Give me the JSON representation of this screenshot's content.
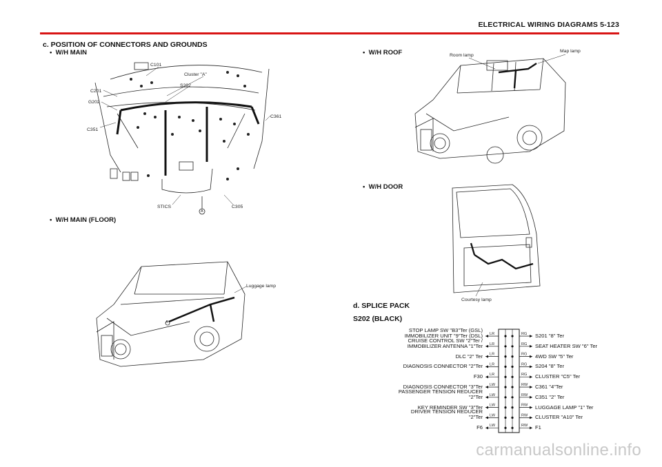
{
  "header": {
    "title": "ELECTRICAL WIRING DIAGRAMS  5-123"
  },
  "section_c": {
    "title": "c. POSITION OF CONNECTORS AND GROUNDS",
    "main": {
      "title": "W/H MAIN",
      "labels": {
        "c101": "C101",
        "cluster": "Cluster \"A\"",
        "s202": "S202",
        "c201": "C201",
        "g202": "G202",
        "c351": "C351",
        "c361": "C361",
        "stics": "STICS",
        "c305": "C305",
        "ground": "A"
      }
    },
    "floor": {
      "title": "W/H MAIN (FLOOR)",
      "labels": {
        "luggage": "Luggage lamp",
        "ground": "A"
      }
    },
    "roof": {
      "title": "W/H ROOF",
      "labels": {
        "room": "Room lamp",
        "map": "Map lamp"
      }
    },
    "door": {
      "title": "W/H DOOR",
      "labels": {
        "courtesy": "Courtesy lamp"
      }
    }
  },
  "section_d": {
    "title": "d. SPLICE PACK",
    "subtitle": "S202 (BLACK)",
    "left": [
      {
        "text": "STOP LAMP SW \"B3\"Ter (GSL)\nIMMOBILIZER UNIT \"9\"Ter (DSL)",
        "color": "LR"
      },
      {
        "text": "CRUISE CONTROL SW \"2\"Ter /\nIMMOBILIZER ANTENNA \"1\"Ter",
        "color": "LR"
      },
      {
        "text": "DLC \"2\" Ter",
        "color": "LR"
      },
      {
        "text": "DIAGNOSIS CONNECTOR \"2\"Ter",
        "color": "LR"
      },
      {
        "text": "F30",
        "color": "LR"
      },
      {
        "text": "DIAGNOSIS CONNECTOR \"3\"Ter",
        "color": "LW"
      },
      {
        "text": "PASSENGER TENSION REDUCER\n\"2\"Ter",
        "color": "LW"
      },
      {
        "text": "KEY REMINDER SW \"3\"Ter",
        "color": "LW"
      },
      {
        "text": "DRIVER TENSION REDUCER\n\"2\"Ter",
        "color": "LW"
      },
      {
        "text": "F6",
        "color": "LW"
      }
    ],
    "right": [
      {
        "text": "S201 \"8\" Ter",
        "color": "RG"
      },
      {
        "text": "SEAT HEATER SW \"6\" Ter",
        "color": "RG"
      },
      {
        "text": "4WD SW \"5\" Ter",
        "color": "RG"
      },
      {
        "text": "S204 \"8\" Ter",
        "color": "RG"
      },
      {
        "text": "CLUSTER \"C5\" Ter",
        "color": "RG"
      },
      {
        "text": "C361 \"4\"Ter",
        "color": "RW"
      },
      {
        "text": "C351 \"2\" Ter",
        "color": "RW"
      },
      {
        "text": "LUGGAGE LAMP \"1\" Ter",
        "color": "RW"
      },
      {
        "text": "CLUSTER \"A10\" Ter",
        "color": "RW"
      },
      {
        "text": "F1",
        "color": "RW"
      }
    ]
  },
  "watermark": "carmanualsonline.info",
  "colors": {
    "header_rule": "#d81414",
    "ink": "#111111"
  }
}
